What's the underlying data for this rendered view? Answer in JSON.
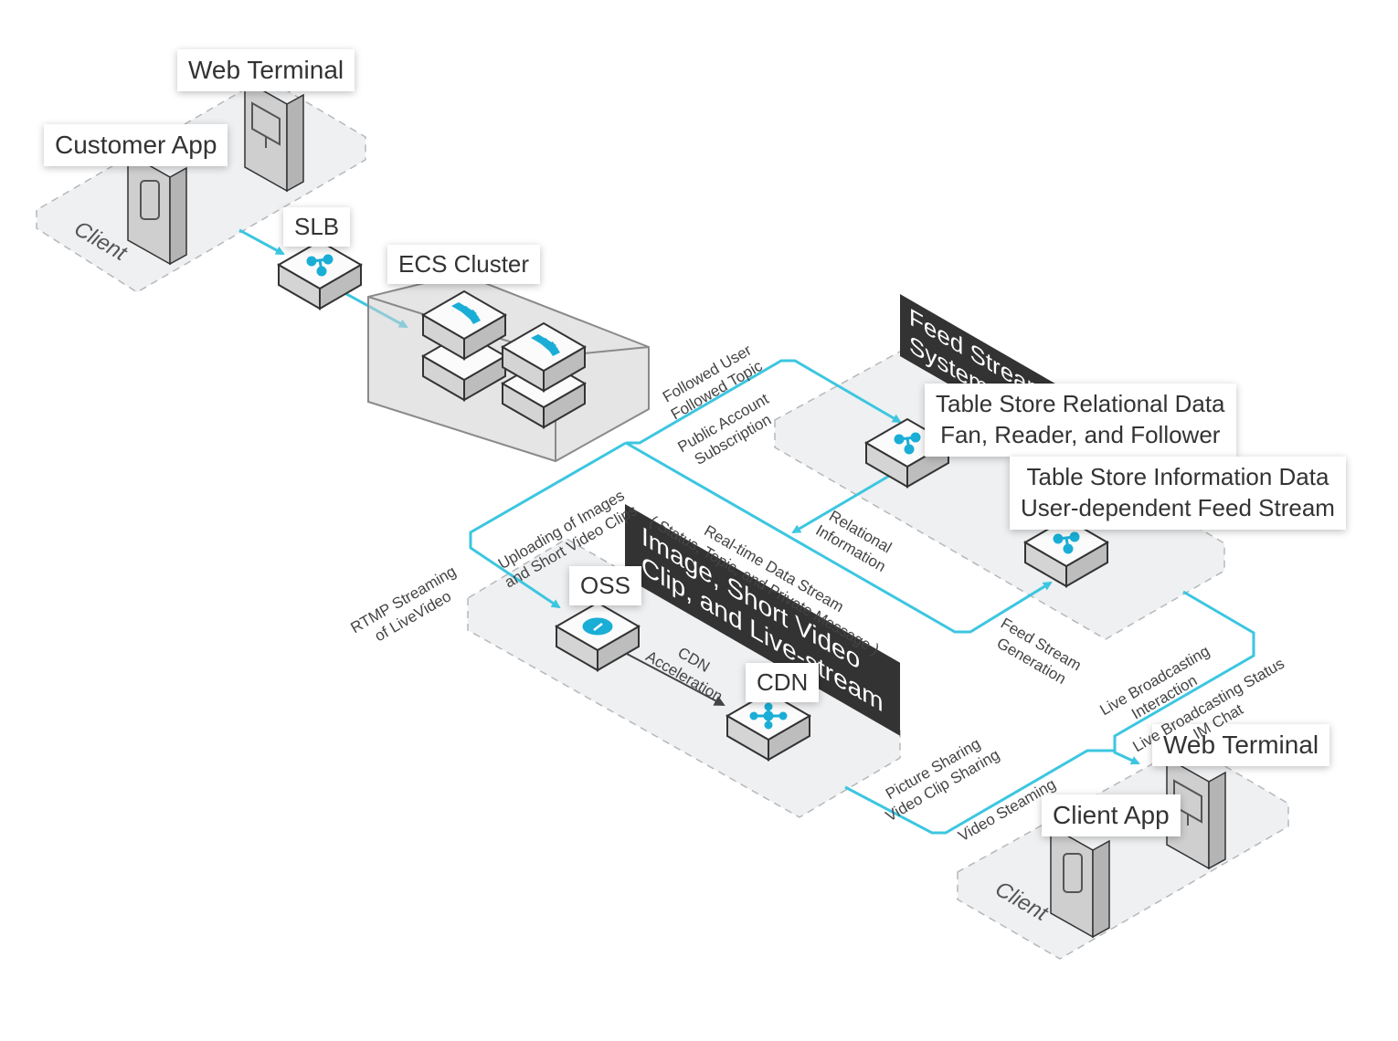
{
  "colors": {
    "flow": "#3cc6e0",
    "zone_fill": "#eef0f2",
    "zone_stroke": "#b5b8bb",
    "icon": "#1aaed6",
    "banner_bg": "#333333",
    "cdn_arrow": "#444444"
  },
  "zones": {
    "client_top": "Client",
    "client_bottom": "Client"
  },
  "banners": {
    "feed_stream_system": [
      "Feed Stream",
      "System"
    ],
    "media": [
      "Image, Short Video",
      "Clip, and Live-stream"
    ]
  },
  "nodes": {
    "web_terminal_top": {
      "label": "Web Terminal",
      "icon": "monitor-icon"
    },
    "customer_app": {
      "label": "Customer App",
      "icon": "phone-icon"
    },
    "slb": {
      "label": "SLB",
      "icon": "load-balancer-icon"
    },
    "ecs_cluster": {
      "label": "ECS Cluster",
      "icon": "server-icon"
    },
    "table_store_relational": {
      "label": [
        "Table Store Relational Data",
        "Fan, Reader, and Follower"
      ],
      "icon": "table-store-icon"
    },
    "table_store_information": {
      "label": [
        "Table Store Information Data",
        "User-dependent Feed Stream"
      ],
      "icon": "table-store-icon"
    },
    "oss": {
      "label": "OSS",
      "icon": "oss-icon"
    },
    "cdn": {
      "label": "CDN",
      "icon": "cdn-icon"
    },
    "web_terminal_bottom": {
      "label": "Web Terminal",
      "icon": "monitor-icon"
    },
    "client_app": {
      "label": "Client App",
      "icon": "phone-icon"
    }
  },
  "flows": {
    "followed": [
      "Followed User",
      "Followed Topic"
    ],
    "public_account": [
      "Public Account",
      "Subscription"
    ],
    "uploading": [
      "Uploading of Images",
      "and Short Video Clips"
    ],
    "rtmp": [
      "RTMP Streaming",
      "of LiveVideo"
    ],
    "realtime": [
      "Real-time Data Stream",
      "( Status, Topic, and Private Message )"
    ],
    "relational": [
      "Relational",
      "Information"
    ],
    "feed_generation": [
      "Feed Stream",
      "Generation"
    ],
    "cdn_acceleration": [
      "CDN",
      "Acceleration"
    ],
    "live_interaction": [
      "Live Broadcasting",
      "Interaction"
    ],
    "live_status": [
      "Live Broadcasting Status",
      "IM Chat"
    ],
    "picture_sharing": [
      "Picture Sharing",
      "Video Clip Sharing"
    ],
    "video_streaming": [
      "Video Steaming"
    ]
  }
}
